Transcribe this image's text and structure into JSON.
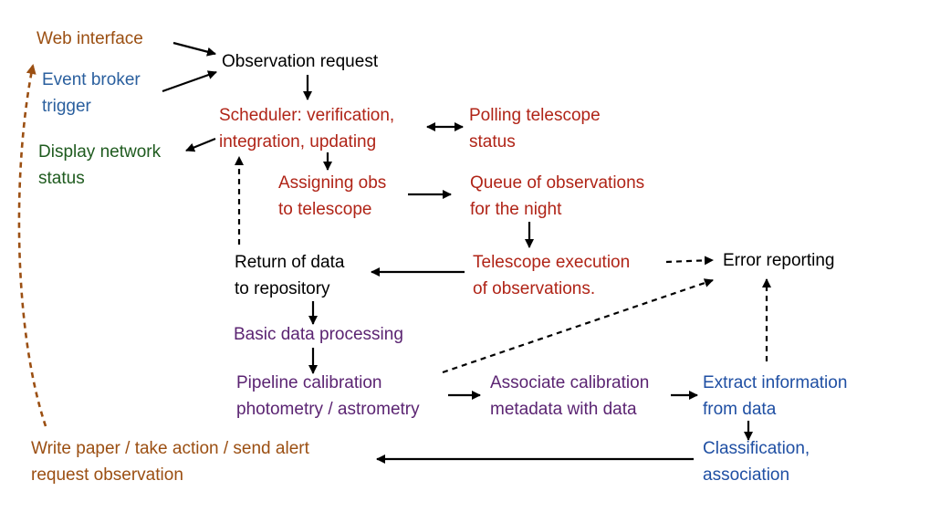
{
  "colors": {
    "input": "#9b4f12",
    "trigger": "#2a5f9e",
    "network": "#1f5b1f",
    "core": "#000000",
    "telescope": "#b02417",
    "processing": "#5b2472",
    "analysis": "#1f4fa3",
    "arrow": "#000000",
    "feedback_arrow": "#9b4f12"
  },
  "nodes": {
    "web_interface": {
      "lines": [
        "Web interface"
      ]
    },
    "event_broker": {
      "lines": [
        "Event broker",
        "trigger"
      ]
    },
    "observation_request": {
      "lines": [
        "Observation request"
      ]
    },
    "display_network": {
      "lines": [
        "Display network",
        "status"
      ]
    },
    "scheduler": {
      "lines": [
        "Scheduler: verification,",
        "integration, updating"
      ]
    },
    "polling": {
      "lines": [
        "Polling telescope",
        "status"
      ]
    },
    "assigning": {
      "lines": [
        "Assigning obs",
        "to telescope"
      ]
    },
    "queue": {
      "lines": [
        "Queue of observations",
        "for the night"
      ]
    },
    "return_data": {
      "lines": [
        "Return of data",
        "to repository"
      ]
    },
    "telescope_exec": {
      "lines": [
        "Telescope execution",
        "of observations."
      ]
    },
    "error_reporting": {
      "lines": [
        "Error reporting"
      ]
    },
    "basic_processing": {
      "lines": [
        "Basic data processing"
      ]
    },
    "pipeline": {
      "lines": [
        "Pipeline calibration",
        "photometry / astrometry"
      ]
    },
    "associate": {
      "lines": [
        "Associate calibration",
        "metadata with data"
      ]
    },
    "extract": {
      "lines": [
        "Extract information",
        "from data"
      ]
    },
    "classification": {
      "lines": [
        "Classification,",
        "association"
      ]
    },
    "write_paper": {
      "lines": [
        "Write paper / take action / send alert",
        "request observation"
      ]
    }
  }
}
